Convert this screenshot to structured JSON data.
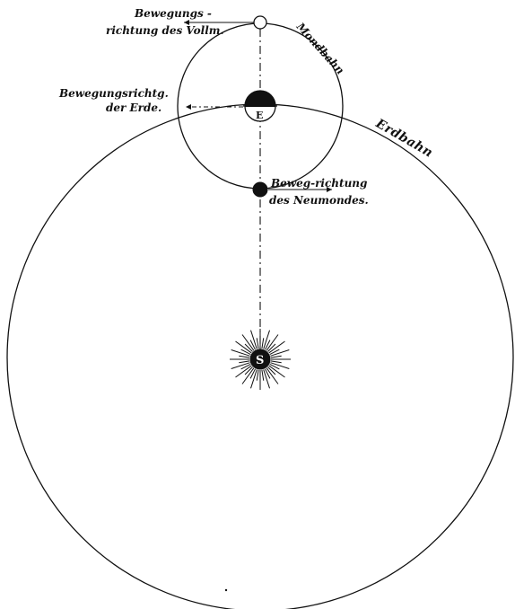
{
  "labels": {
    "full_moon_dir_line1": "Bewegungs -",
    "full_moon_dir_line2": "richtung des Vollm.",
    "moon_orbit": "Mondbahn",
    "earth_dir_line1": "Bewegungsrichtg.",
    "earth_dir_line2": "der Erde.",
    "earth_letter": "E",
    "earth_orbit": "Erdbahn",
    "new_moon_dir_line1": "Beweg-richtung",
    "new_moon_dir_line2": "des Neumondes.",
    "sun_letter": "S"
  },
  "colors": {
    "ink": "#111111",
    "paper": "#ffffff"
  }
}
